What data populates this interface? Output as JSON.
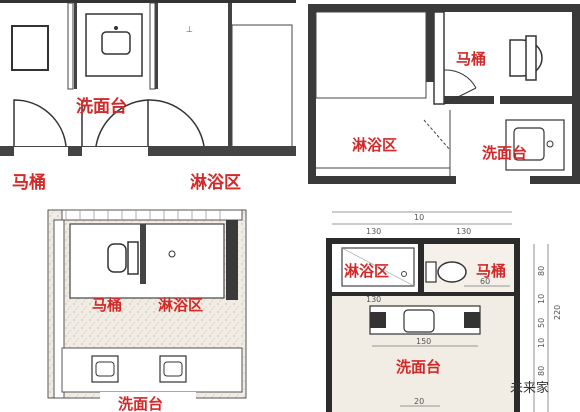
{
  "panel1": {
    "label_sink": "洗面台",
    "label_toilet": "马桶",
    "label_shower": "淋浴区"
  },
  "panel2": {
    "label_toilet": "马桶",
    "label_shower": "淋浴区",
    "label_sink": "洗面台"
  },
  "panel3": {
    "label_toilet": "马桶",
    "label_shower": "淋浴区",
    "label_sink": "洗面台"
  },
  "panel4": {
    "label_shower": "淋浴区",
    "label_toilet": "马桶",
    "label_sink": "洗面台",
    "dims": {
      "top_130_left": "130",
      "top_10": "10",
      "top_130_right": "130",
      "shower_130": "130",
      "shower_60": "60",
      "sink_150": "150",
      "bottom_20": "20",
      "right_80_top": "80",
      "right_10_a": "10",
      "right_50": "50",
      "right_10_b": "10",
      "right_80_bottom": "80",
      "right_220": "220"
    }
  },
  "watermark": "未来家",
  "colors": {
    "label": "#d22a2a",
    "wall": "#2b2b2b",
    "speckle": "#f2ede4"
  }
}
